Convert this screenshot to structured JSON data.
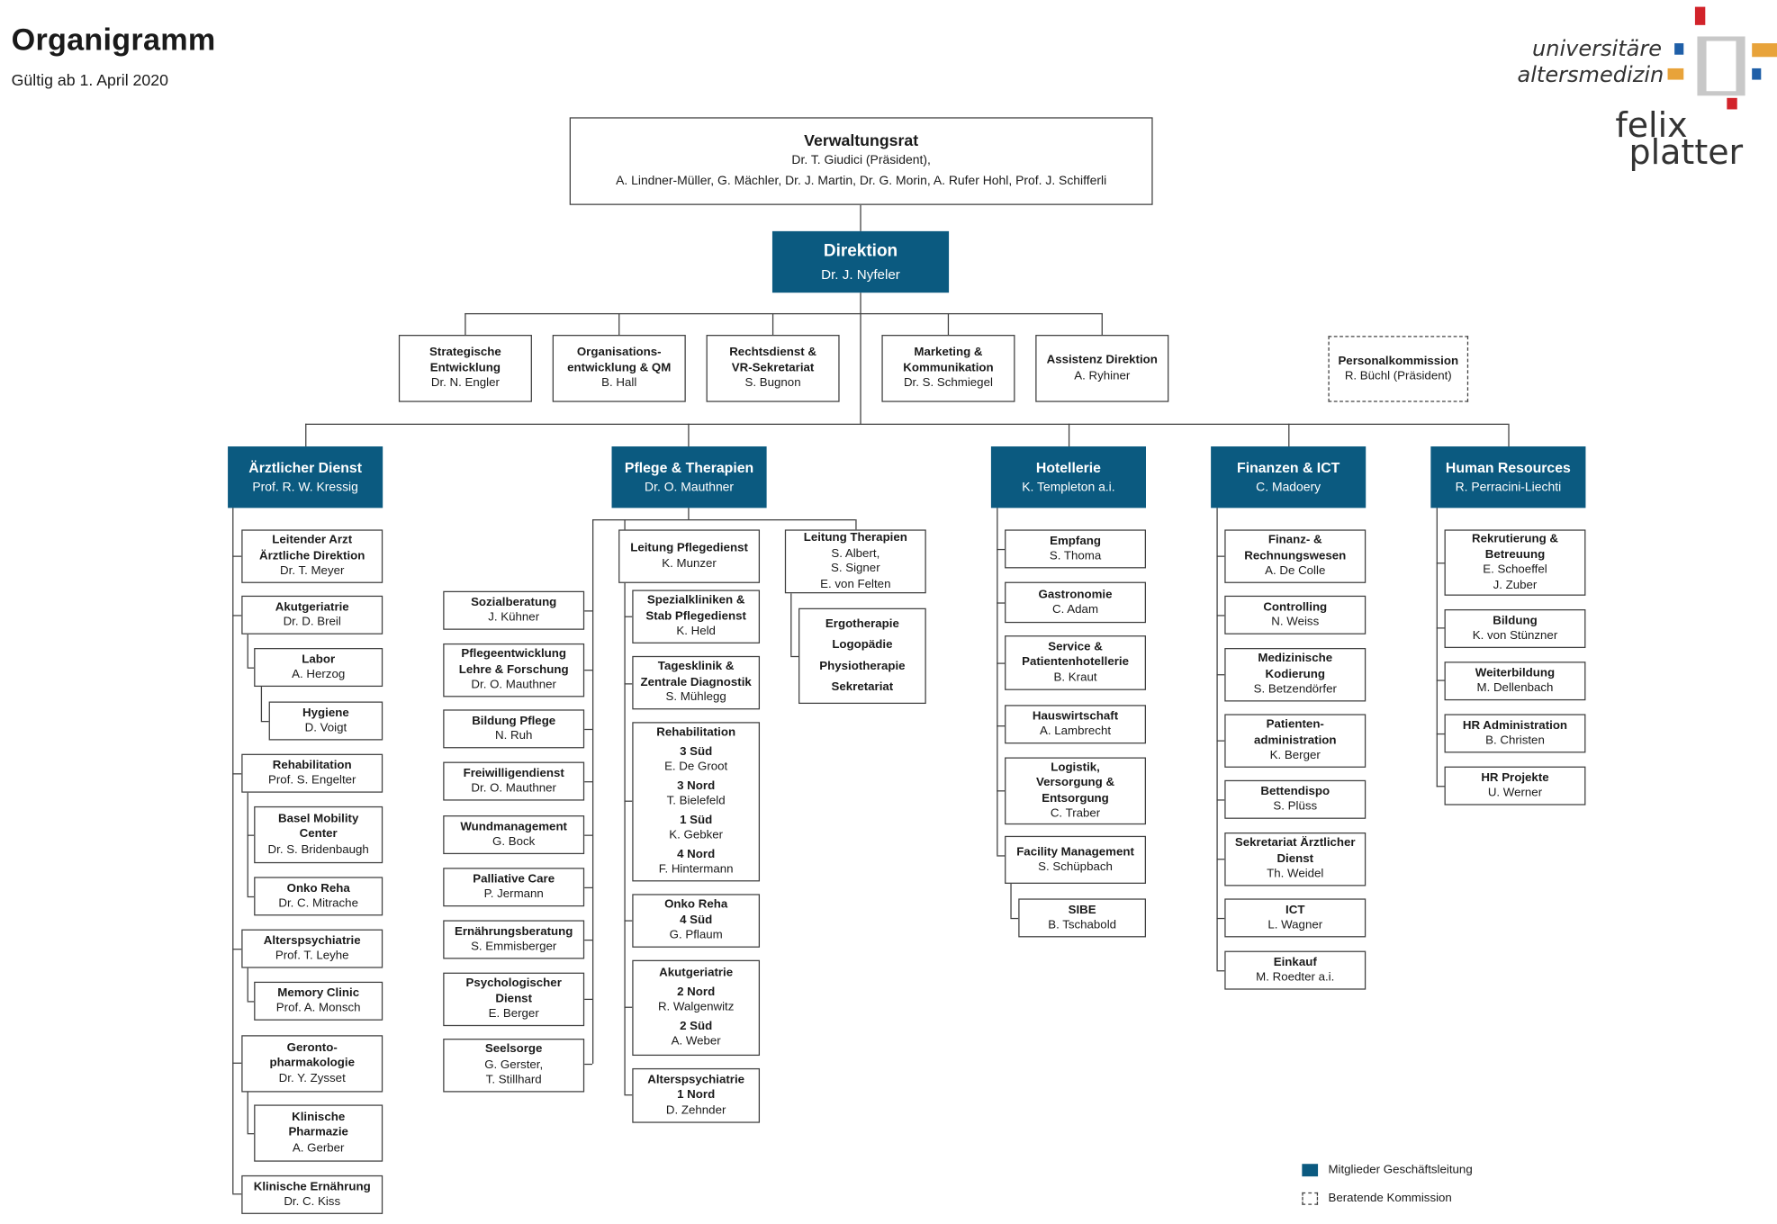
{
  "header": {
    "title": "Organigramm",
    "subtitle": "Gültig ab 1. April 2020"
  },
  "logo": {
    "line1": "universitäre",
    "line2": "altersmedizin",
    "brand1": "felix",
    "brand2": "platter",
    "colors": {
      "red": "#d2232a",
      "blue": "#1f5fa8",
      "orange": "#e8a33a",
      "grey": "#c8c8c8"
    }
  },
  "colors": {
    "management": "#0b5a80",
    "line": "#404040"
  },
  "top": {
    "verwaltungsrat": {
      "title": "Verwaltungsrat",
      "lines": [
        "Dr. T. Giudici (Präsident),",
        "A. Lindner-Müller, G. Mächler, Dr. J. Martin, Dr. G. Morin, A. Rufer Hohl, Prof. J. Schifferli"
      ]
    },
    "direktion": {
      "title": "Direktion",
      "person": "Dr. J. Nyfeler"
    }
  },
  "staff": [
    {
      "lines": [
        "Strategische",
        "Entwicklung"
      ],
      "person": "Dr. N. Engler"
    },
    {
      "lines": [
        "Organisations-",
        "entwicklung & QM"
      ],
      "person": "B. Hall"
    },
    {
      "lines": [
        "Rechtsdienst &",
        "VR-Sekretariat"
      ],
      "person": "S. Bugnon"
    },
    {
      "lines": [
        "Marketing &",
        "Kommunikation"
      ],
      "person": "Dr. S. Schmiegel"
    },
    {
      "lines": [
        "Assistenz Direktion"
      ],
      "person": "A. Ryhiner"
    },
    {
      "lines": [
        "Personalkommission"
      ],
      "person": "R. Büchl (Präsident)"
    }
  ],
  "departments": {
    "aerztlich": {
      "title": "Ärztlicher Dienst",
      "head": "Prof. R. W. Kressig",
      "units": [
        {
          "lines": [
            "Leitender Arzt",
            "Ärztliche Direktion"
          ],
          "person": "Dr. T. Meyer"
        },
        {
          "lines": [
            "Akutgeriatrie"
          ],
          "person": "Dr. D. Breil"
        },
        {
          "lines": [
            "Labor"
          ],
          "person": "A. Herzog"
        },
        {
          "lines": [
            "Hygiene"
          ],
          "person": "D. Voigt"
        },
        {
          "lines": [
            "Rehabilitation"
          ],
          "person": "Prof. S. Engelter"
        },
        {
          "lines": [
            "Basel Mobility",
            "Center"
          ],
          "person": "Dr. S. Bridenbaugh"
        },
        {
          "lines": [
            "Onko Reha"
          ],
          "person": "Dr. C. Mitrache"
        },
        {
          "lines": [
            "Alterspsychiatrie"
          ],
          "person": "Prof. T. Leyhe"
        },
        {
          "lines": [
            "Memory Clinic"
          ],
          "person": "Prof. A. Monsch"
        },
        {
          "lines": [
            "Geronto-",
            "pharmakologie"
          ],
          "person": "Dr. Y. Zysset"
        },
        {
          "lines": [
            "Klinische",
            "Pharmazie"
          ],
          "person": "A. Gerber"
        },
        {
          "lines": [
            "Klinische Ernährung"
          ],
          "person": "Dr. C. Kiss"
        }
      ]
    },
    "pflege": {
      "title": "Pflege & Therapien",
      "head": "Dr. O. Mauthner",
      "left": [
        {
          "lines": [
            "Sozialberatung"
          ],
          "person": "J. Kühner"
        },
        {
          "lines": [
            "Pflegeentwicklung",
            "Lehre & Forschung"
          ],
          "person": "Dr. O. Mauthner"
        },
        {
          "lines": [
            "Bildung Pflege"
          ],
          "person": "N. Ruh"
        },
        {
          "lines": [
            "Freiwilligendienst"
          ],
          "person": "Dr. O. Mauthner"
        },
        {
          "lines": [
            "Wundmanagement"
          ],
          "person": "G. Bock"
        },
        {
          "lines": [
            "Palliative Care"
          ],
          "person": "P. Jermann"
        },
        {
          "lines": [
            "Ernährungsberatung"
          ],
          "person": "S. Emmisberger"
        },
        {
          "lines": [
            "Psychologischer",
            "Dienst"
          ],
          "person": "E. Berger"
        },
        {
          "lines": [
            "Seelsorge"
          ],
          "person": "G. Gerster,",
          "person2": "T. Stillhard"
        }
      ],
      "leitung_pflege": {
        "title": "Leitung Pflegedienst",
        "person": "K. Munzer"
      },
      "pflege_units": [
        {
          "lines": [
            "Spezialkliniken &",
            "Stab Pflegedienst"
          ],
          "person": "K. Held"
        },
        {
          "lines": [
            "Tagesklinik &",
            "Zentrale Diagnostik"
          ],
          "person": "S. Mühlegg"
        },
        {
          "title": "Rehabilitation",
          "groups": [
            [
              "3 Süd",
              "E. De Groot"
            ],
            [
              "3 Nord",
              "T. Bielefeld"
            ],
            [
              "1 Süd",
              "K. Gebker"
            ],
            [
              "4 Nord",
              "F. Hintermann"
            ]
          ]
        },
        {
          "title": "Onko Reha",
          "groups": [
            [
              "4 Süd",
              "G. Pflaum"
            ]
          ]
        },
        {
          "title": "Akutgeriatrie",
          "groups": [
            [
              "2 Nord",
              "R. Walgenwitz"
            ],
            [
              "2 Süd",
              "A. Weber"
            ]
          ]
        },
        {
          "title": "Alterspsychiatrie",
          "groups": [
            [
              "1 Nord",
              "D. Zehnder"
            ]
          ]
        }
      ],
      "leitung_therapien": {
        "title": "Leitung Therapien",
        "persons": [
          "S. Albert,",
          "S. Signer",
          "E. von Felten"
        ]
      },
      "therapien": [
        "Ergotherapie",
        "Logopädie",
        "Physiotherapie",
        "Sekretariat"
      ]
    },
    "hotellerie": {
      "title": "Hotellerie",
      "head": "K. Templeton a.i.",
      "units": [
        {
          "lines": [
            "Empfang"
          ],
          "person": "S. Thoma"
        },
        {
          "lines": [
            "Gastronomie"
          ],
          "person": "C. Adam"
        },
        {
          "lines": [
            "Service &",
            "Patientenhotellerie"
          ],
          "person": "B. Kraut"
        },
        {
          "lines": [
            "Hauswirtschaft"
          ],
          "person": "A. Lambrecht"
        },
        {
          "lines": [
            "Logistik,",
            "Versorgung &",
            "Entsorgung"
          ],
          "person": "C. Traber"
        },
        {
          "lines": [
            "Facility Management"
          ],
          "person": "S. Schüpbach"
        },
        {
          "lines": [
            "SIBE"
          ],
          "person": "B. Tschabold"
        }
      ]
    },
    "finanzen": {
      "title": "Finanzen & ICT",
      "head": "C. Madoery",
      "units": [
        {
          "lines": [
            "Finanz- &",
            "Rechnungswesen"
          ],
          "person": "A. De Colle"
        },
        {
          "lines": [
            "Controlling"
          ],
          "person": "N. Weiss"
        },
        {
          "lines": [
            "Medizinische",
            "Kodierung"
          ],
          "person": "S. Betzendörfer"
        },
        {
          "lines": [
            "Patienten-",
            "administration"
          ],
          "person": "K. Berger"
        },
        {
          "lines": [
            "Bettendispo"
          ],
          "person": "S. Plüss"
        },
        {
          "lines": [
            "Sekretariat Ärztlicher",
            "Dienst"
          ],
          "person": "Th. Weidel"
        },
        {
          "lines": [
            "ICT"
          ],
          "person": "L. Wagner"
        },
        {
          "lines": [
            "Einkauf"
          ],
          "person": "M. Roedter a.i."
        }
      ]
    },
    "hr": {
      "title": "Human Resources",
      "head": "R. Perracini-Liechti",
      "units": [
        {
          "lines": [
            "Rekrutierung &",
            "Betreuung"
          ],
          "person": "E. Schoeffel",
          "person2": "J. Zuber"
        },
        {
          "lines": [
            "Bildung"
          ],
          "person": "K. von Stünzner"
        },
        {
          "lines": [
            "Weiterbildung"
          ],
          "person": "M. Dellenbach"
        },
        {
          "lines": [
            "HR Administration"
          ],
          "person": "B. Christen"
        },
        {
          "lines": [
            "HR Projekte"
          ],
          "person": "U. Werner"
        }
      ]
    }
  },
  "legend": {
    "management": "Mitglieder Geschäftsleitung",
    "advisory": "Beratende Kommission"
  }
}
